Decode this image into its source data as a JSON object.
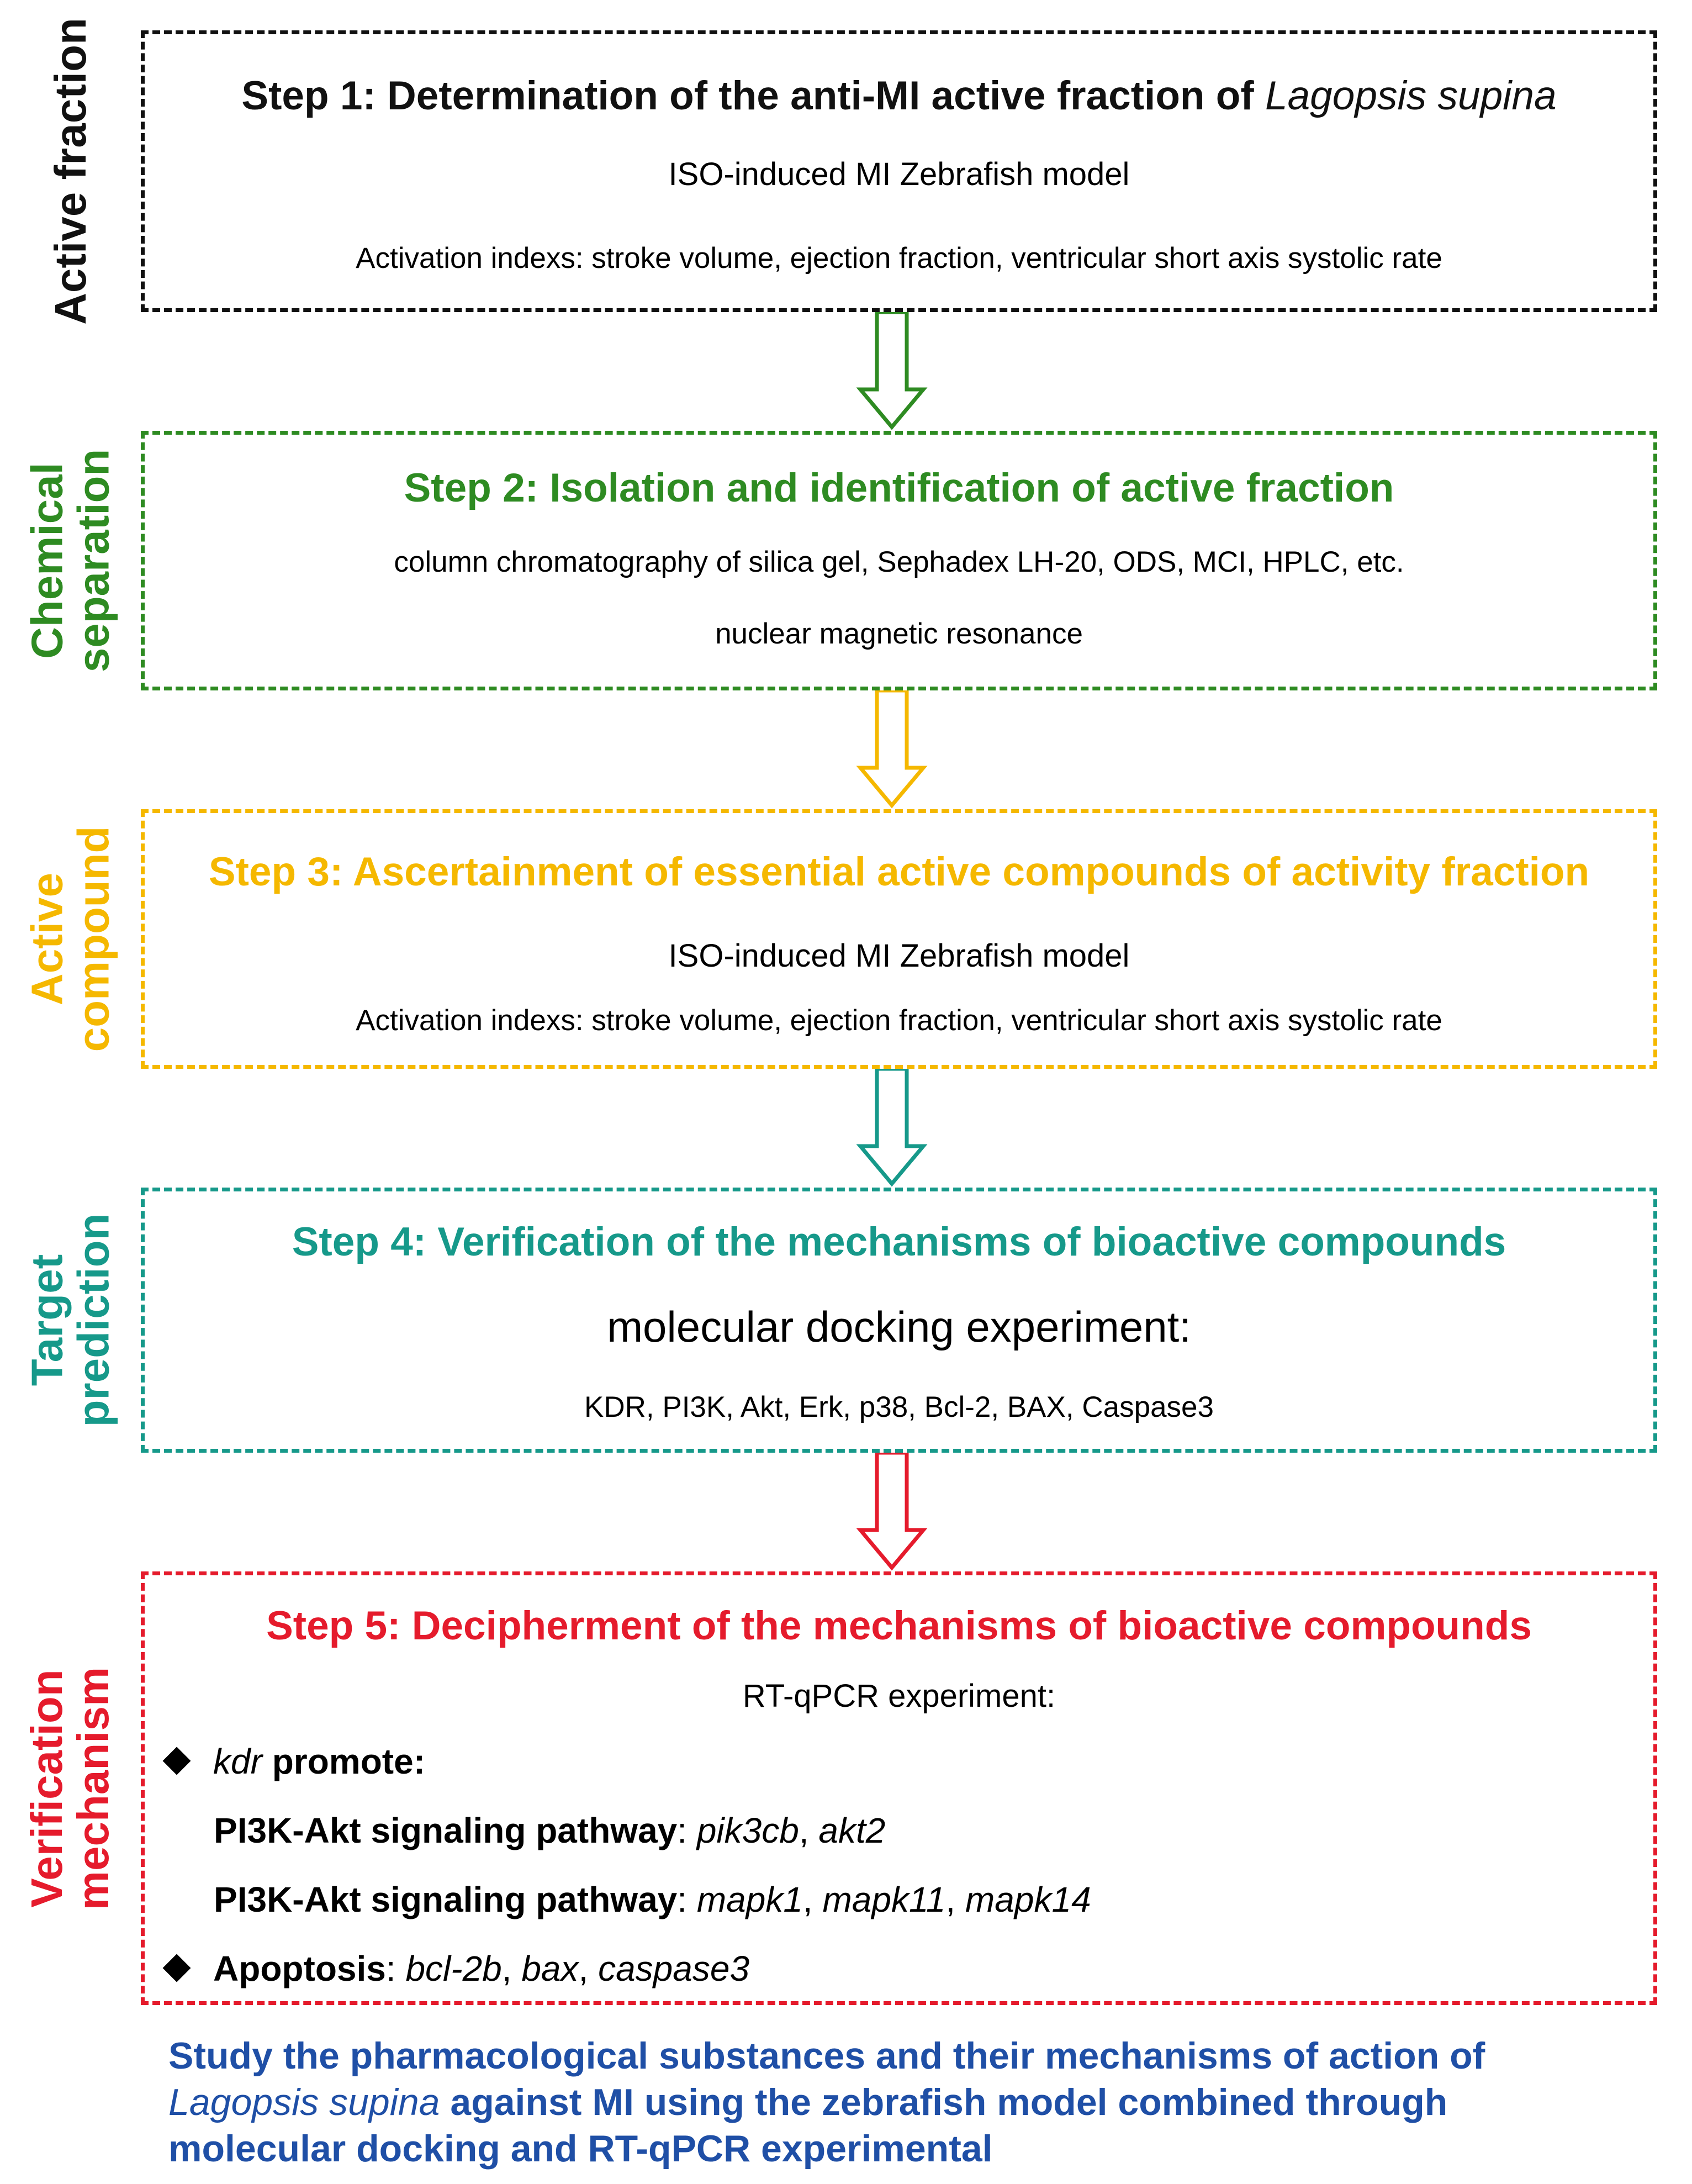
{
  "colors": {
    "step1": "#111111",
    "step2": "#2e8b22",
    "step3": "#f5b800",
    "step4": "#16998a",
    "step5": "#e51b2c",
    "summary": "#1f4fa6"
  },
  "steps": [
    {
      "side_label": [
        "Active fraction"
      ],
      "title_prefix": "Step 1: Determination of the anti-MI active fraction of ",
      "title_italic": "Lagopsis supina",
      "lines": [
        "ISO-induced MI Zebrafish model",
        "Activation indexs: stroke volume, ejection fraction, ventricular short axis systolic rate"
      ]
    },
    {
      "side_label": [
        "Chemical",
        "separation"
      ],
      "title": "Step 2: Isolation and identification of active fraction",
      "lines": [
        "column chromatography of silica gel, Sephadex LH-20, ODS, MCI, HPLC, etc.",
        "nuclear magnetic resonance"
      ]
    },
    {
      "side_label": [
        "Active",
        "compound"
      ],
      "title": "Step 3: Ascertainment of essential active compounds of activity fraction",
      "lines": [
        "ISO-induced MI Zebrafish model",
        "Activation indexs: stroke volume, ejection fraction, ventricular short axis systolic rate"
      ]
    },
    {
      "side_label": [
        "Target",
        "prediction"
      ],
      "title": "Step 4: Verification of the mechanisms of bioactive compounds",
      "lines": [
        "molecular docking experiment:",
        "KDR, PI3K, Akt, Erk,  p38, Bcl-2, BAX, Caspase3"
      ]
    },
    {
      "side_label": [
        "Verification",
        "mechanism"
      ],
      "title": "Step 5:  Decipherment of the mechanisms of bioactive compounds",
      "lines": [
        "RT-qPCR experiment:"
      ],
      "kdr": {
        "gene": "kdr",
        "label": "promote:"
      },
      "pathway1": {
        "name": "PI3K-Akt signaling pathway",
        "genes": [
          "pik3cb",
          "akt2"
        ]
      },
      "pathway2": {
        "name": "PI3K-Akt signaling pathway",
        "genes": [
          "mapk1",
          "mapk11",
          "mapk14"
        ]
      },
      "apoptosis": {
        "name": "Apoptosis",
        "genes": [
          "bcl-2b",
          "bax",
          "caspase3"
        ]
      }
    }
  ],
  "summary": {
    "line1": "Study the pharmacological substances and their mechanisms of action of",
    "line2_italic": "Lagopsis supina",
    "line2_rest": " against MI using the zebrafish model combined through",
    "line3": "molecular docking and RT-qPCR experimental"
  }
}
